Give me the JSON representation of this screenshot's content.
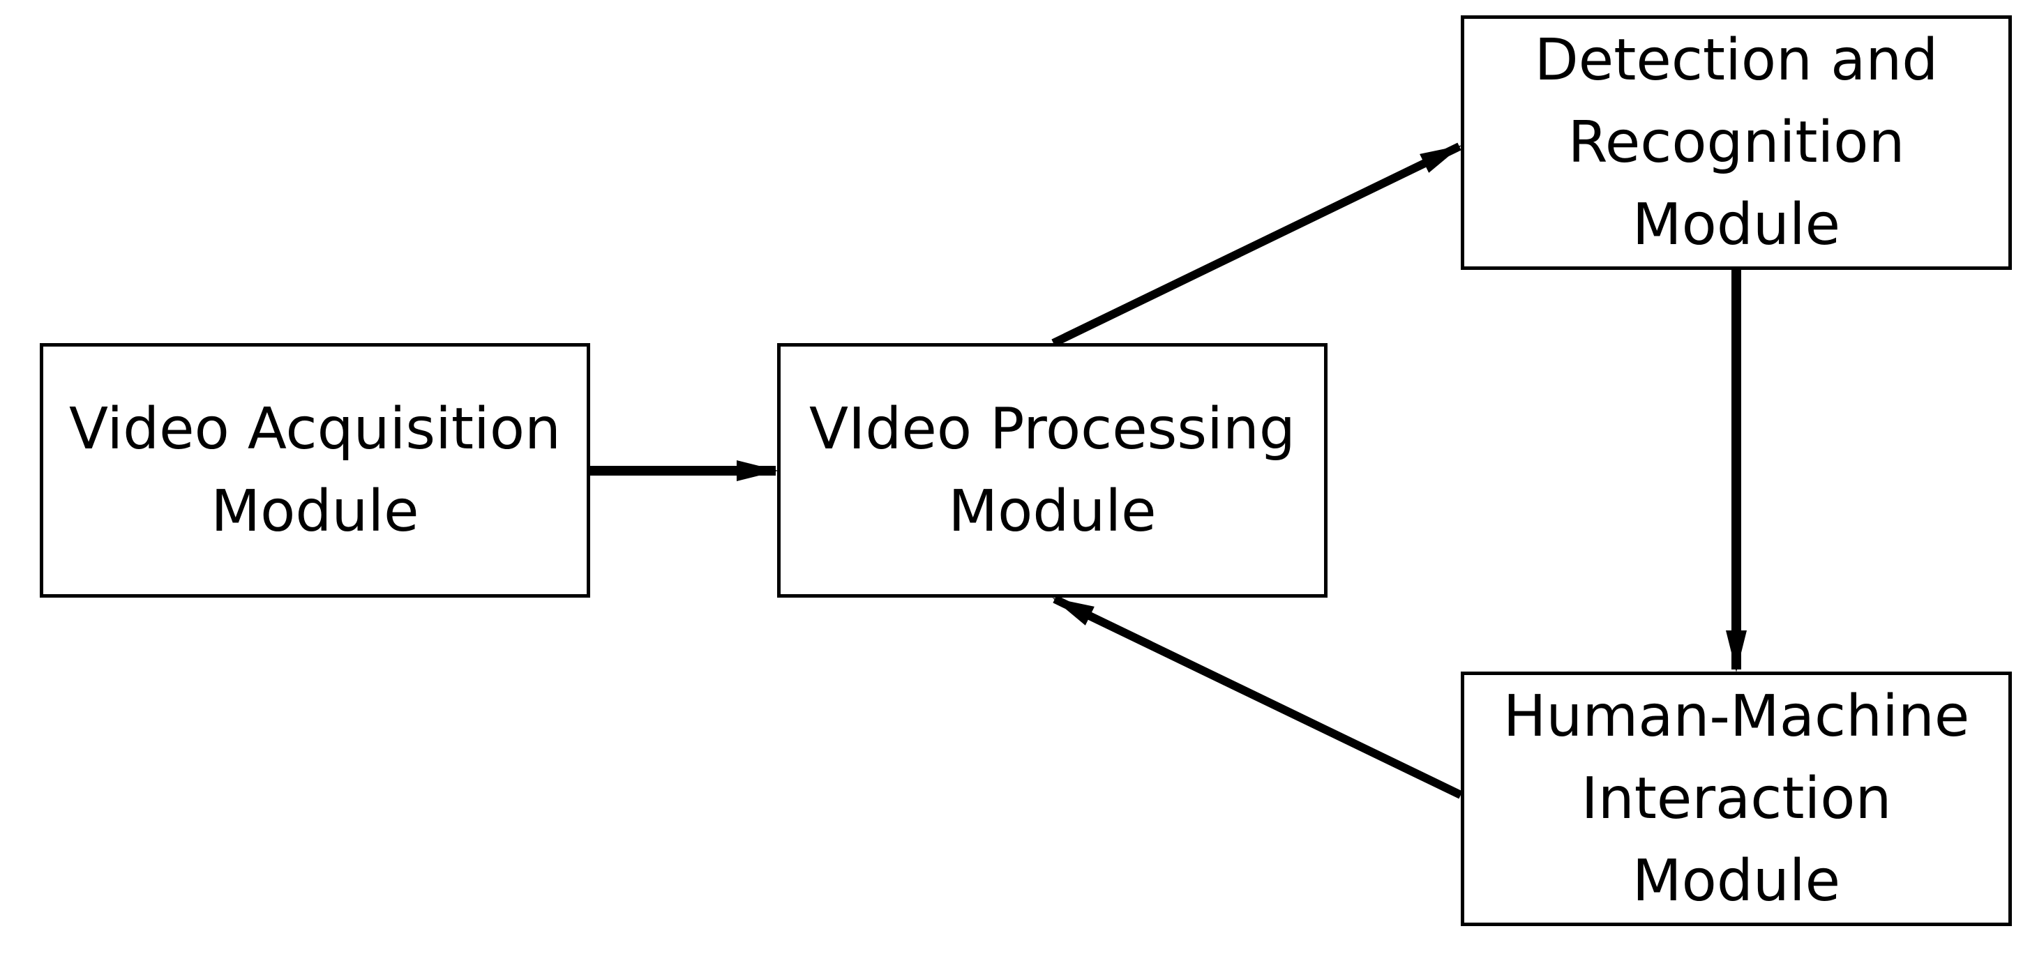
{
  "nodes": {
    "acquisition": {
      "lines": [
        "Video Acquisition",
        "Module"
      ]
    },
    "processing": {
      "lines": [
        "VIdeo Processing",
        "Module"
      ]
    },
    "detection": {
      "lines": [
        "Detection and",
        "Recognition",
        "Module"
      ]
    },
    "hmi": {
      "lines": [
        "Human-Machine",
        "Interaction",
        "Module"
      ]
    }
  },
  "edges": [
    {
      "from": "Video Acquisition Module",
      "to": "VIdeo Processing Module"
    },
    {
      "from": "VIdeo Processing Module",
      "to": "Detection and Recognition Module"
    },
    {
      "from": "Detection and Recognition Module",
      "to": "Human-Machine Interaction Module"
    },
    {
      "from": "Human-Machine Interaction Module",
      "to": "VIdeo Processing Module"
    }
  ],
  "colors": {
    "stroke": "#000000",
    "background": "#ffffff"
  }
}
